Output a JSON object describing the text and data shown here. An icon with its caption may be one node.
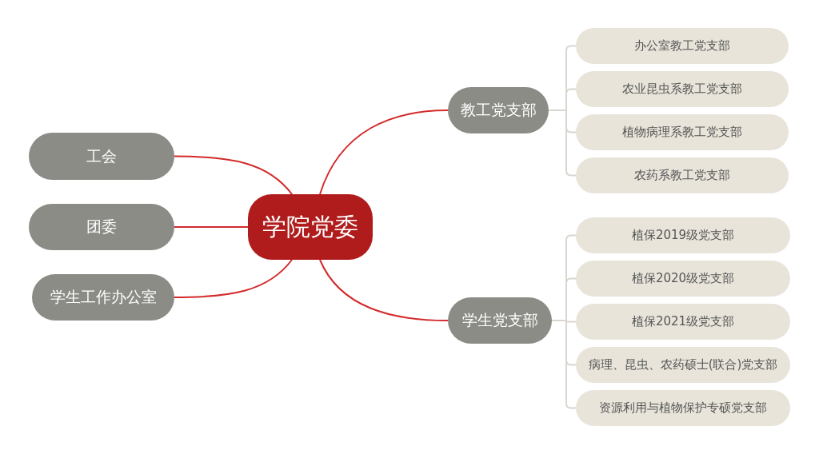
{
  "diagram": {
    "nodes": [
      {
        "text": [
          "学院党委"
        ]
      },
      {
        "text": [
          "工会"
        ]
      },
      {
        "text": [
          "团委"
        ]
      },
      {
        "text": [
          "学生工作办公室"
        ]
      },
      {
        "text": [
          "教工党支部"
        ]
      },
      {
        "text": [
          "办公室教工党支部"
        ]
      },
      {
        "text": [
          "农业昆虫系教工党支部"
        ]
      },
      {
        "text": [
          "植物病理系教工党支部"
        ]
      },
      {
        "text": [
          "农药系教工党支部"
        ]
      },
      {
        "text": [
          "学生党支部"
        ]
      },
      {
        "text": [
          "植保2019级党支部"
        ]
      },
      {
        "text": [
          "植保2020级党支部"
        ]
      },
      {
        "text": [
          "植保2021级党支部"
        ]
      },
      {
        "text": [
          "病理、昆虫、农药硕士(联合)党支部"
        ]
      },
      {
        "text": [
          "资源利用与植物保护专硕党支部"
        ]
      }
    ],
    "edges": [
      {
        "from": 0,
        "to": 1,
        "arrow": "none",
        "color": "#d42a2a"
      },
      {
        "from": 0,
        "to": 2,
        "arrow": "none",
        "color": "#d42a2a"
      },
      {
        "from": 0,
        "to": 3,
        "arrow": "none",
        "color": "#d42a2a"
      },
      {
        "from": 0,
        "to": 4,
        "arrow": "none",
        "color": "#d42a2a"
      },
      {
        "from": 0,
        "to": 9,
        "arrow": "none",
        "color": "#d42a2a"
      },
      {
        "from": 4,
        "to": 5,
        "arrow": "none"
      },
      {
        "from": 4,
        "to": 6,
        "arrow": "none"
      },
      {
        "from": 4,
        "to": 7,
        "arrow": "none"
      },
      {
        "from": 4,
        "to": 8,
        "arrow": "none"
      },
      {
        "from": 9,
        "to": 10,
        "arrow": "none"
      },
      {
        "from": 9,
        "to": 11,
        "arrow": "none"
      },
      {
        "from": 9,
        "to": 12,
        "arrow": "none"
      },
      {
        "from": 9,
        "to": 13,
        "arrow": "none"
      },
      {
        "from": 9,
        "to": 14,
        "arrow": "none"
      }
    ]
  }
}
